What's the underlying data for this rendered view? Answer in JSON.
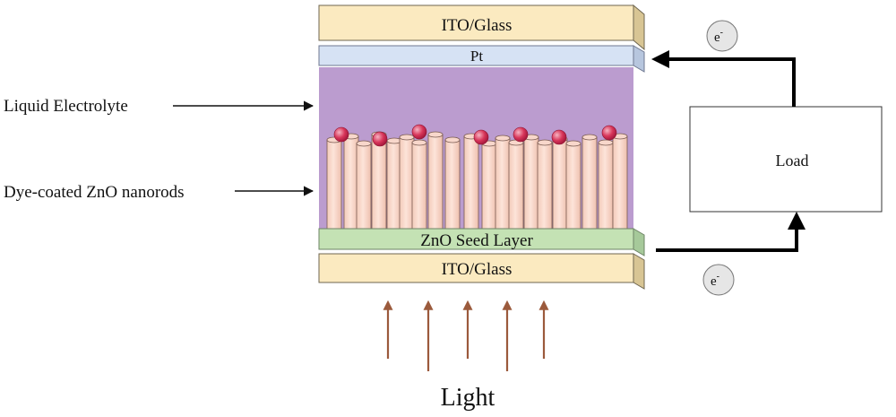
{
  "diagram": {
    "layers": {
      "top_glass": "ITO/Glass",
      "pt": "Pt",
      "seed": "ZnO Seed Layer",
      "bottom_glass": "ITO/Glass"
    },
    "labels": {
      "electrolyte": "Liquid Electrolyte",
      "nanorods": "Dye-coated ZnO nanorods",
      "load": "Load",
      "light": "Light",
      "electron_base": "e",
      "electron_sup": "-"
    },
    "colors": {
      "glass": "#fbeac0",
      "pt": "#d6e2f4",
      "electrolyte": "#bb9ccf",
      "seed": "#c4e2b4",
      "rod": "#f8d7cb",
      "dye": "#cf2f50",
      "light_arrow": "#9b5a3c",
      "electron_circle": "#e6e6e6"
    },
    "icons": {
      "dye": "dye-molecule-icon",
      "electron": "electron-icon",
      "light": "light-ray-arrow-icon"
    }
  }
}
